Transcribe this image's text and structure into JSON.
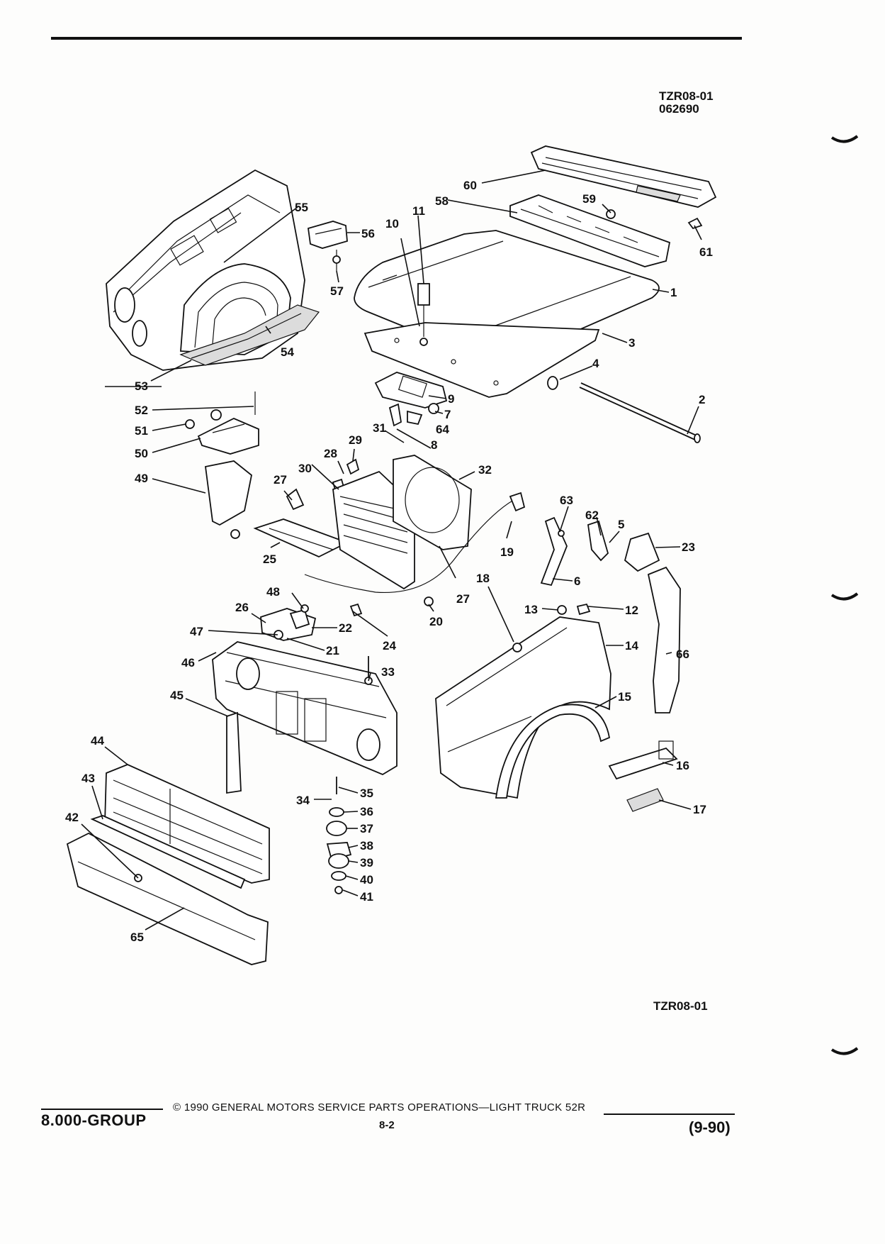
{
  "header": {
    "figure_id": "TZR08-01",
    "figure_date": "062690"
  },
  "figure": {
    "bottom_id": "TZR08-01",
    "callouts": [
      "1",
      "2",
      "3",
      "4",
      "5",
      "6",
      "7",
      "8",
      "9",
      "10",
      "11",
      "12",
      "13",
      "14",
      "15",
      "16",
      "17",
      "18",
      "19",
      "20",
      "21",
      "22",
      "23",
      "24",
      "25",
      "26",
      "27",
      "28",
      "29",
      "30",
      "31",
      "32",
      "33",
      "34",
      "35",
      "36",
      "37",
      "38",
      "39",
      "40",
      "41",
      "42",
      "43",
      "44",
      "45",
      "46",
      "47",
      "48",
      "49",
      "50",
      "51",
      "52",
      "53",
      "54",
      "55",
      "56",
      "57",
      "58",
      "59",
      "60",
      "61",
      "62",
      "63",
      "64",
      "65",
      "66"
    ],
    "callout_27_repeat": "27"
  },
  "footer": {
    "group": "8.000-GROUP",
    "copyright": "©  1990  GENERAL MOTORS SERVICE PARTS OPERATIONS—LIGHT TRUCK 52R",
    "page": "8-2",
    "date": "(9-90)"
  },
  "colors": {
    "ink": "#111111",
    "paper": "#fdfdfc",
    "shade": "#dcdcdc"
  }
}
